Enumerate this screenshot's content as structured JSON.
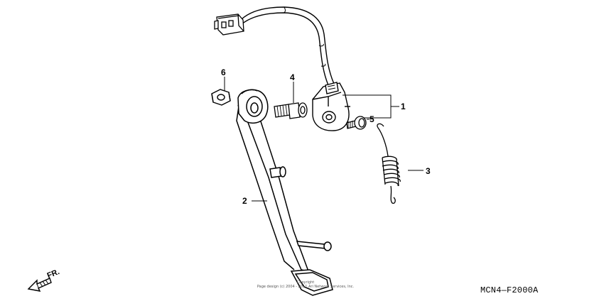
{
  "diagram": {
    "callouts": [
      "1",
      "2",
      "3",
      "4",
      "5",
      "6"
    ],
    "direction_label": "FR.",
    "diagram_code": "MCN4—F2000A",
    "copyright_line1": "Copyright",
    "copyright_line2": "Page design (c) 2004 - 2011 Ari Network Services, Inc."
  }
}
